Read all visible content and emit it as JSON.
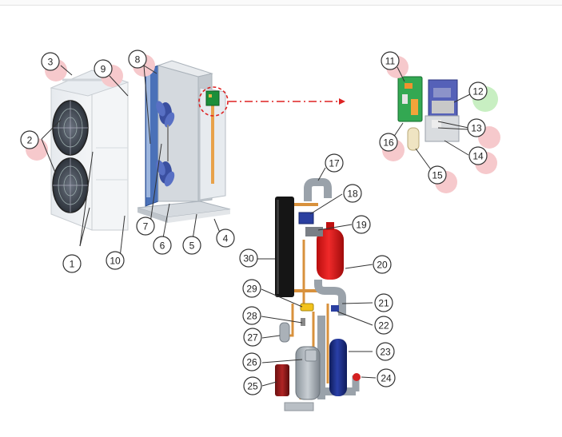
{
  "callouts": [
    {
      "id": "c1",
      "label": "1"
    },
    {
      "id": "c2",
      "label": "2"
    },
    {
      "id": "c3",
      "label": "3"
    },
    {
      "id": "c4",
      "label": "4"
    },
    {
      "id": "c5",
      "label": "5"
    },
    {
      "id": "c6",
      "label": "6"
    },
    {
      "id": "c7",
      "label": "7"
    },
    {
      "id": "c8",
      "label": "8"
    },
    {
      "id": "c9",
      "label": "9"
    },
    {
      "id": "c10",
      "label": "10"
    },
    {
      "id": "c11",
      "label": "11"
    },
    {
      "id": "c12",
      "label": "12"
    },
    {
      "id": "c13",
      "label": "13"
    },
    {
      "id": "c14",
      "label": "14"
    },
    {
      "id": "c15",
      "label": "15"
    },
    {
      "id": "c16",
      "label": "16"
    },
    {
      "id": "c17",
      "label": "17"
    },
    {
      "id": "c18",
      "label": "18"
    },
    {
      "id": "c19",
      "label": "19"
    },
    {
      "id": "c20",
      "label": "20"
    },
    {
      "id": "c21",
      "label": "21"
    },
    {
      "id": "c22",
      "label": "22"
    },
    {
      "id": "c23",
      "label": "23"
    },
    {
      "id": "c24",
      "label": "24"
    },
    {
      "id": "c25",
      "label": "25"
    },
    {
      "id": "c26",
      "label": "26"
    },
    {
      "id": "c27",
      "label": "27"
    },
    {
      "id": "c28",
      "label": "28"
    },
    {
      "id": "c29",
      "label": "29"
    },
    {
      "id": "c30",
      "label": "30"
    }
  ],
  "colors": {
    "callout_stroke": "#333333",
    "highlight_red": "#f6c9cc",
    "highlight_green": "#c8efc2",
    "leader_red": "#dd2222",
    "pipe_grey": "#9aa2aa",
    "copper": "#d8913c",
    "red_tank": "#e01818",
    "blue_tank": "#1c2f8a",
    "coil_black": "#151515"
  }
}
